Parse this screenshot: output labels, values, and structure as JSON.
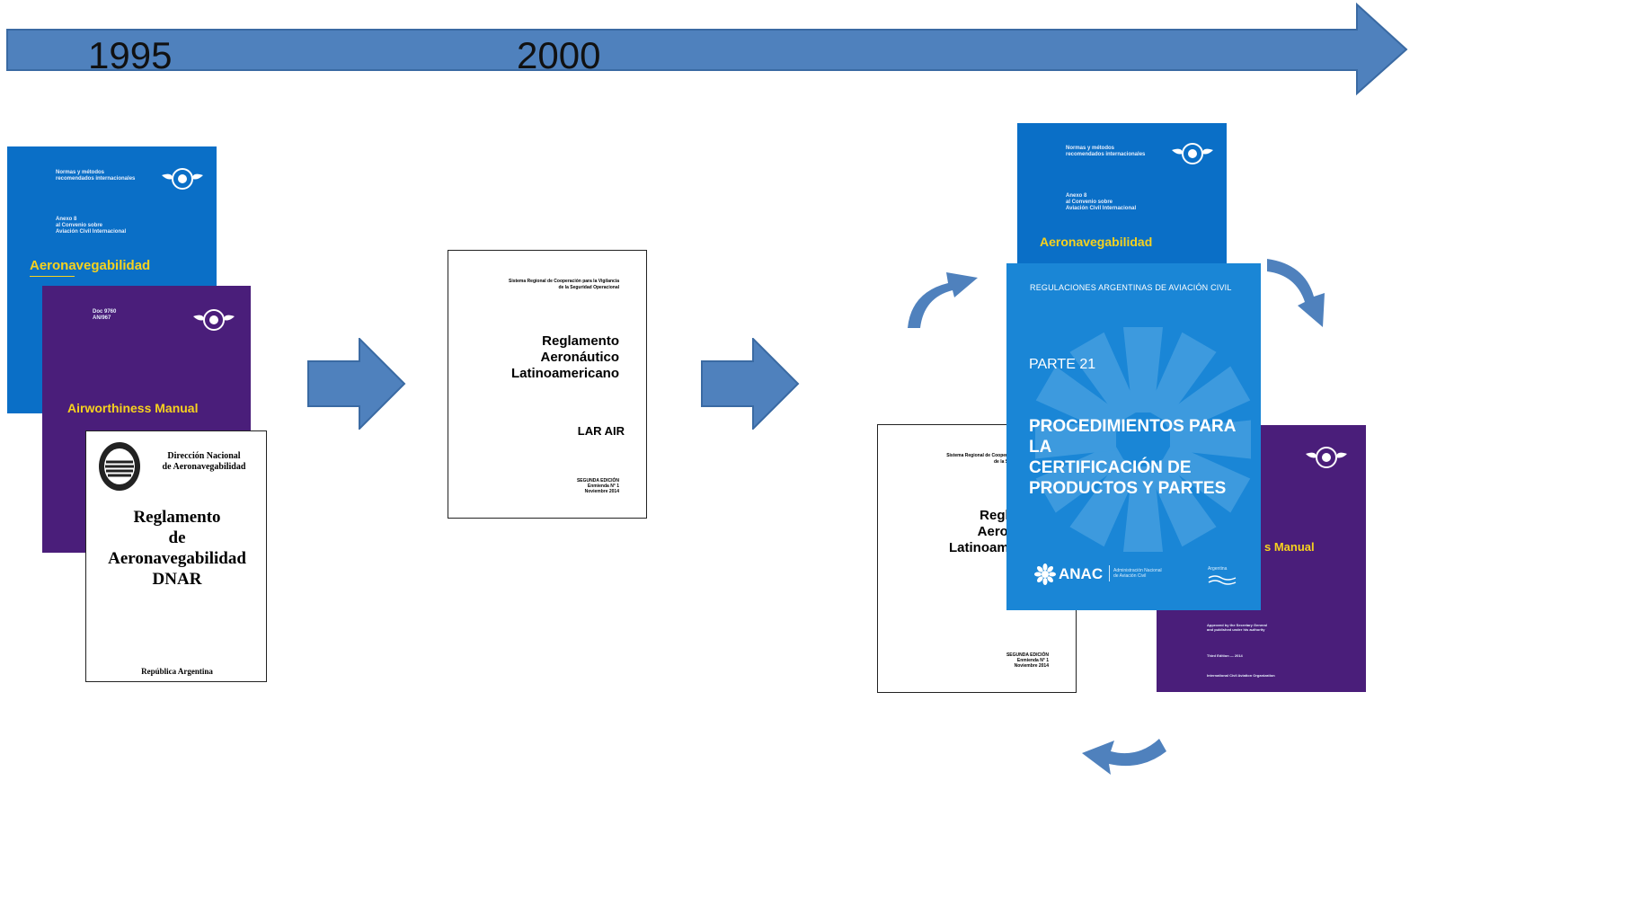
{
  "timeline": {
    "years": [
      "1995",
      "2000"
    ],
    "color": "#4f81bd",
    "stroke": "#3a6aa3"
  },
  "docs": {
    "icao_annex_es": {
      "header_line1": "Normas y métodos",
      "header_line2": "recomendados internacionales",
      "annex_line1": "Anexo 8",
      "annex_line2": "al Convenio sobre",
      "annex_line3": "Aviación Civil Internacional",
      "title": "Aeronavegabilidad"
    },
    "airworthiness_manual": {
      "doc_line1": "Doc 9760",
      "doc_line2": "AN/967",
      "title": "Airworthiness Manual",
      "approved_line1": "Approved by the Secretary General",
      "approved_line2": "and published under his authority",
      "edition": "Third Edition — 2014",
      "org": "International Civil Aviation Organization"
    },
    "dnar": {
      "agency_line1": "Dirección Nacional",
      "agency_line2": "de Aeronavegabilidad",
      "title_line1": "Reglamento",
      "title_line2": "de",
      "title_line3": "Aeronavegabilidad",
      "title_line4": "DNAR",
      "footer": "República Argentina"
    },
    "lar": {
      "header_line1": "Sistema Regional de Cooperación para la Vigilancia",
      "header_line2": "de la Seguridad Operacional",
      "title_line1": "Reglamento",
      "title_line2": "Aeronáutico",
      "title_line3": "Latinoamericano",
      "code": "LAR AIR",
      "edition_line1": "SEGUNDA EDICIÓN",
      "edition_line2": "Enmienda N° 1",
      "edition_line3": "Noviembre 2014"
    },
    "lar_partial": {
      "header_line1": "Sistema Regional de Cooperació",
      "header_line2": "de la Segu",
      "title_line1": "Regla",
      "title_line2": "Aeron",
      "title_line3": "Latinoame",
      "edition_line1": "SEGUNDA EDICIÓN",
      "edition_line2": "Enmienda N° 1",
      "edition_line3": "Noviembre 2014"
    },
    "raac": {
      "header": "REGULACIONES ARGENTINAS DE AVIACIÓN CIVIL",
      "part": "PARTE 21",
      "title_line1": "PROCEDIMIENTOS PARA LA",
      "title_line2": "CERTIFICACIÓN DE",
      "title_line3": "PRODUCTOS Y PARTES",
      "logo_text": "ANAC",
      "logo_sub1": "Administración Nacional",
      "logo_sub2": "de Aviación Civil",
      "country": "Argentina"
    },
    "purple_partial": {
      "title_fragment": "s Manual"
    }
  },
  "colors": {
    "arrow_blue": "#4f81bd",
    "icao_blue": "#0a6fc7",
    "icao_purple": "#4a1e7a",
    "raac_blue": "#1a86d6",
    "yellow": "#f7d21e"
  }
}
